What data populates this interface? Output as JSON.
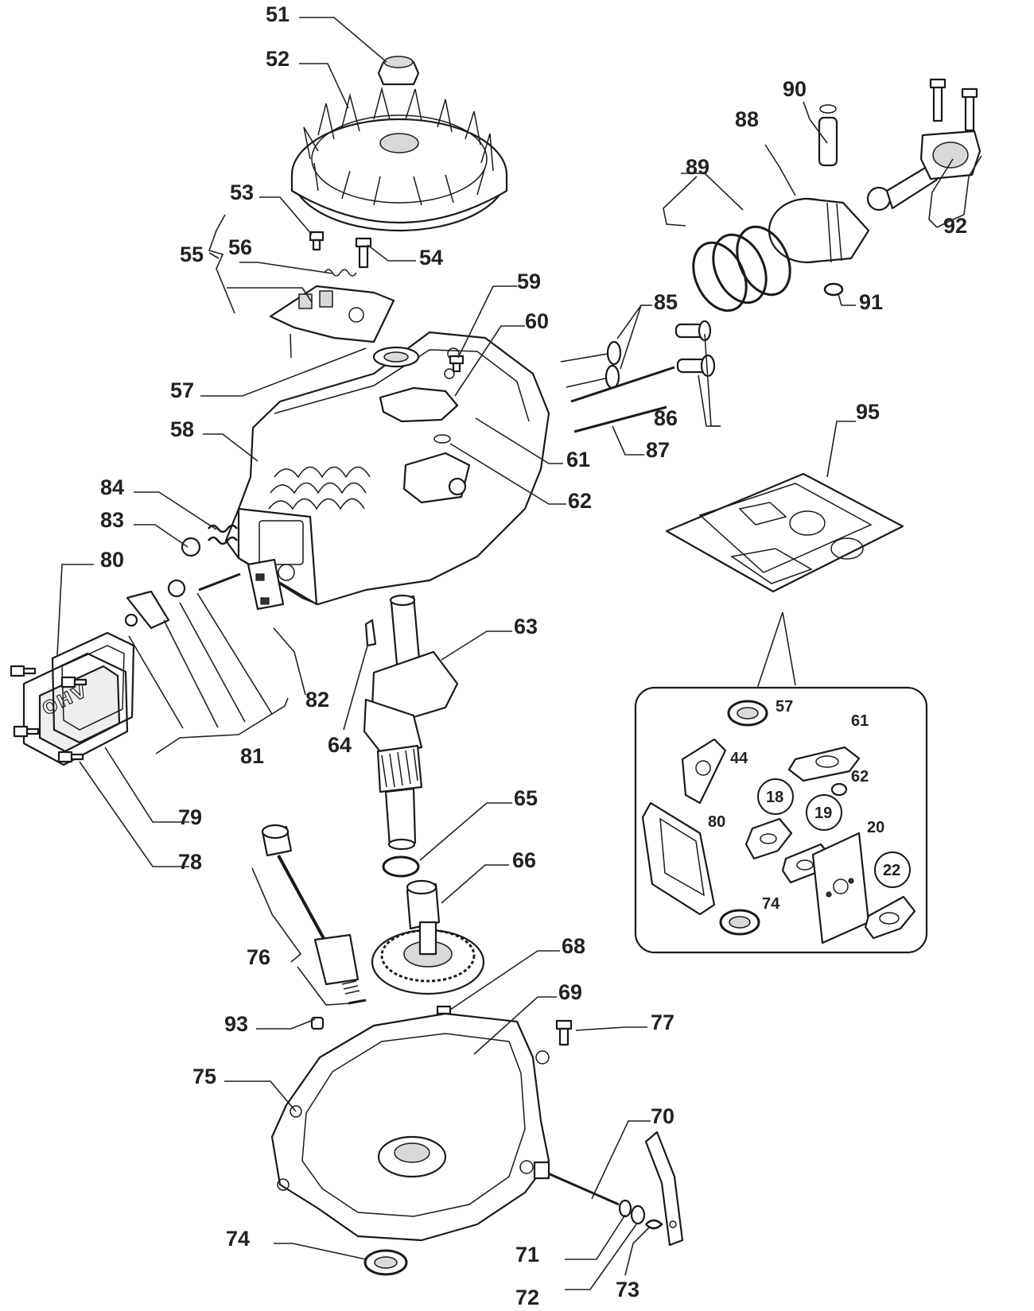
{
  "callouts": {
    "c51": "51",
    "c52": "52",
    "c53": "53",
    "c54": "54",
    "c55": "55",
    "c56": "56",
    "c57": "57",
    "c58": "58",
    "c59": "59",
    "c60": "60",
    "c61": "61",
    "c62": "62",
    "c63": "63",
    "c64": "64",
    "c65": "65",
    "c66": "66",
    "c68": "68",
    "c69": "69",
    "c70": "70",
    "c71": "71",
    "c72": "72",
    "c73": "73",
    "c74": "74",
    "c75": "75",
    "c76": "76",
    "c77": "77",
    "c78": "78",
    "c79": "79",
    "c80": "80",
    "c81": "81",
    "c82": "82",
    "c83": "83",
    "c84": "84",
    "c85": "85",
    "c86": "86",
    "c87": "87",
    "c88": "88",
    "c89": "89",
    "c90": "90",
    "c91": "91",
    "c92": "92",
    "c93": "93",
    "c95": "95"
  },
  "inset": {
    "i57": "57",
    "i61": "61",
    "i44": "44",
    "i62": "62",
    "i18": "18",
    "i19": "19",
    "i20": "20",
    "i80": "80",
    "i22": "22",
    "i74": "74"
  },
  "cover_text": "OHV"
}
